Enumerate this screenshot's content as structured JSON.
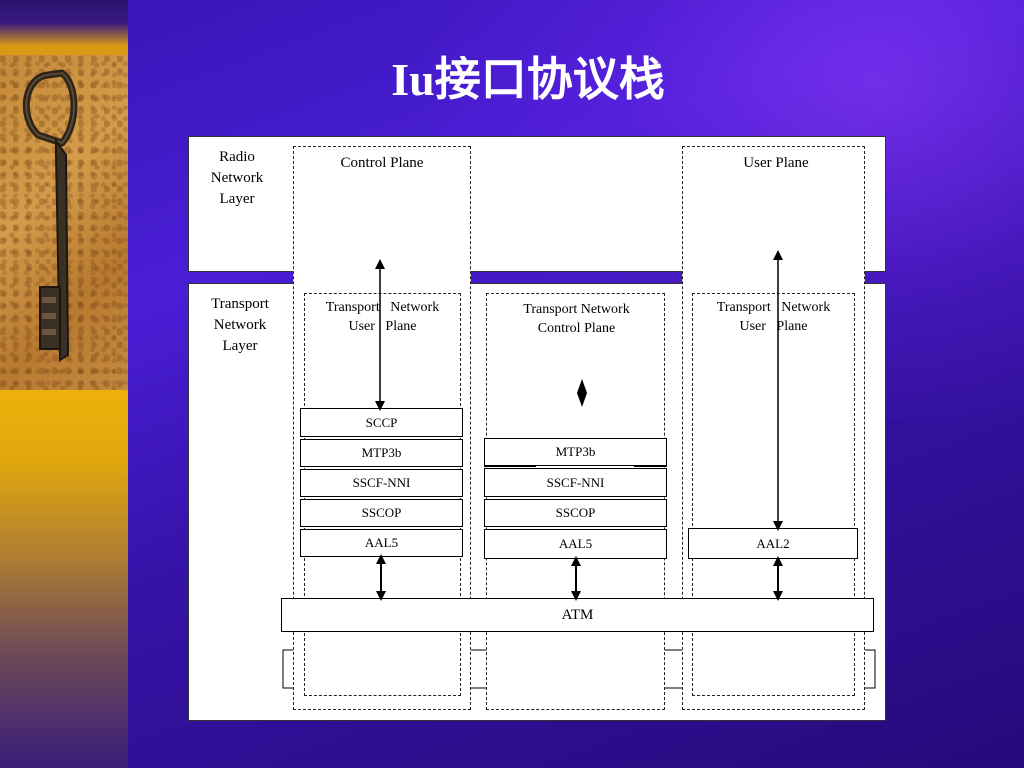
{
  "slide": {
    "title": "Iu接口协议栈"
  },
  "diagram": {
    "radio_network_layer": "Radio\nNetwork\nLayer",
    "transport_network_layer": "Transport\nNetwork\nLayer",
    "control_plane": "Control Plane",
    "user_plane": "User Plane",
    "tn_user_plane_left": "Transport   Network\nUser   Plane",
    "tn_control_plane": "Transport Network\nControl Plane",
    "tn_user_plane_right": "Transport   Network\nUser   Plane",
    "left_stack": [
      "SCCP",
      "MTP3b",
      "SSCF-NNI",
      "SSCOP",
      "AAL5"
    ],
    "middle_stack": [
      "MTP3b",
      "SSCF-NNI",
      "SSCOP",
      "AAL5"
    ],
    "right_stack": [
      "AAL2"
    ],
    "atm": "ATM"
  }
}
